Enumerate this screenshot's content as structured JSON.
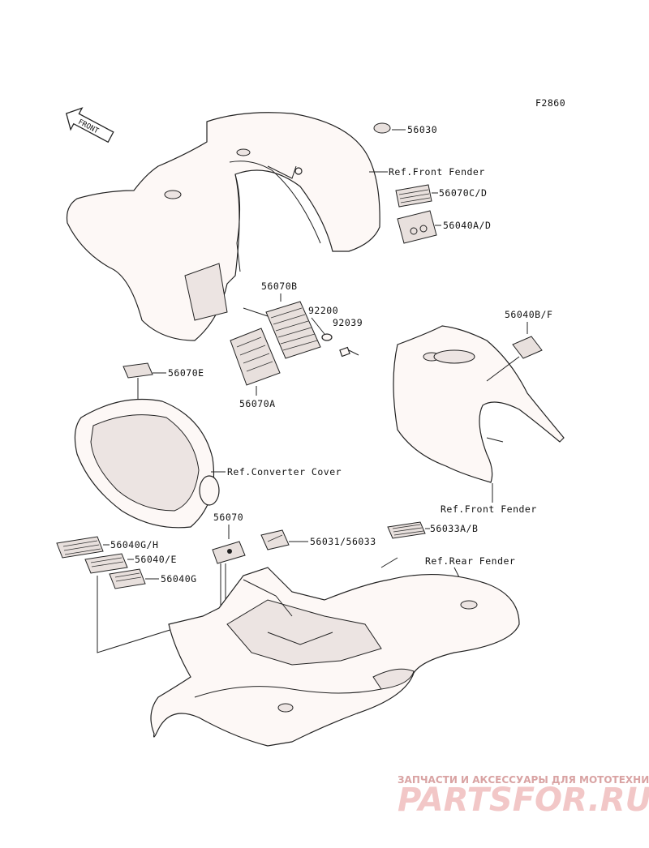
{
  "figure_code": "F2860",
  "front_arrow_label": "FRONT",
  "callouts": {
    "c56030": "56030",
    "ref_front_fender_top": "Ref.Front Fender",
    "c56070CD": "56070C/D",
    "c56040AD": "56040A/D",
    "c56070B": "56070B",
    "c92200": "92200",
    "c92039": "92039",
    "c56040BF": "56040B/F",
    "c56070E": "56070E",
    "c56070A": "56070A",
    "ref_converter_cover": "Ref.Converter Cover",
    "ref_front_fender_mid": "Ref.Front Fender",
    "c56070": "56070",
    "c56033AB": "56033A/B",
    "c56031_56033": "56031/56033",
    "ref_rear_fender": "Ref.Rear Fender",
    "c56040GH": "56040G/H",
    "c56040E": "56040/E",
    "c56040G": "56040G"
  },
  "watermark": {
    "tagline": "ЗАПЧАСТИ И АКСЕССУАРЫ ДЛЯ МОТОТЕХНИКИ",
    "brand": "PARTSFOR.RU"
  },
  "colors": {
    "line": "#222222",
    "part_fill": "#fdf8f6",
    "watermark": "#e8a0a0"
  }
}
